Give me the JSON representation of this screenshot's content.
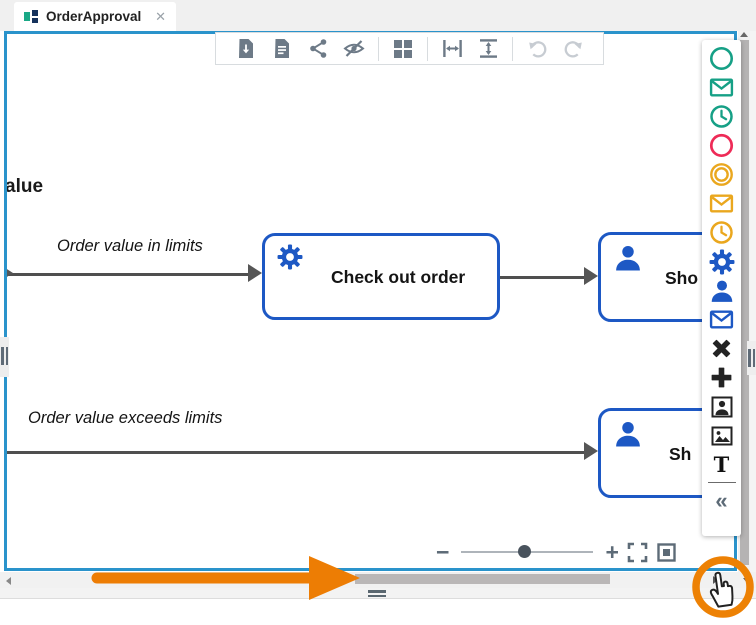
{
  "tab": {
    "title": "OrderApproval",
    "close_glyph": "✕"
  },
  "toolbar": {
    "items": [
      "export-document",
      "document-properties",
      "share",
      "hide-elements",
      "layout-grid",
      "fit-width",
      "fit-height",
      "undo",
      "redo"
    ]
  },
  "palette": {
    "items": [
      "start-event",
      "message-start-event",
      "timer-start-event",
      "end-event",
      "intermediate-event",
      "message-intermediate-event",
      "timer-intermediate-event",
      "service-task",
      "user-task",
      "send-task",
      "exclusive-gateway",
      "parallel-gateway",
      "user-image",
      "image",
      "text-annotation",
      "collapse"
    ],
    "text_annotation_glyph": "T",
    "collapse_glyph": "«"
  },
  "canvas": {
    "clipped_label": "alue",
    "flow_in_limits_label": "Order value in limits",
    "flow_exceeds_label": "Order value exceeds limits",
    "task_checkout_label": "Check out order",
    "task_ship_top_label": "Sho",
    "task_ship_bottom_label": "Sh"
  },
  "zoom_controls": {
    "minus_glyph": "−",
    "plus_glyph": "+"
  },
  "colors": {
    "canvas_border": "#2a93cb",
    "task_border": "#1d58c4",
    "event_green": "#16a086",
    "event_red": "#ee2b57",
    "event_orange": "#eaa71e",
    "gateway_black": "#232323",
    "toolbar_icon": "#6d7a87",
    "annotation_orange": "#ed7d04"
  }
}
